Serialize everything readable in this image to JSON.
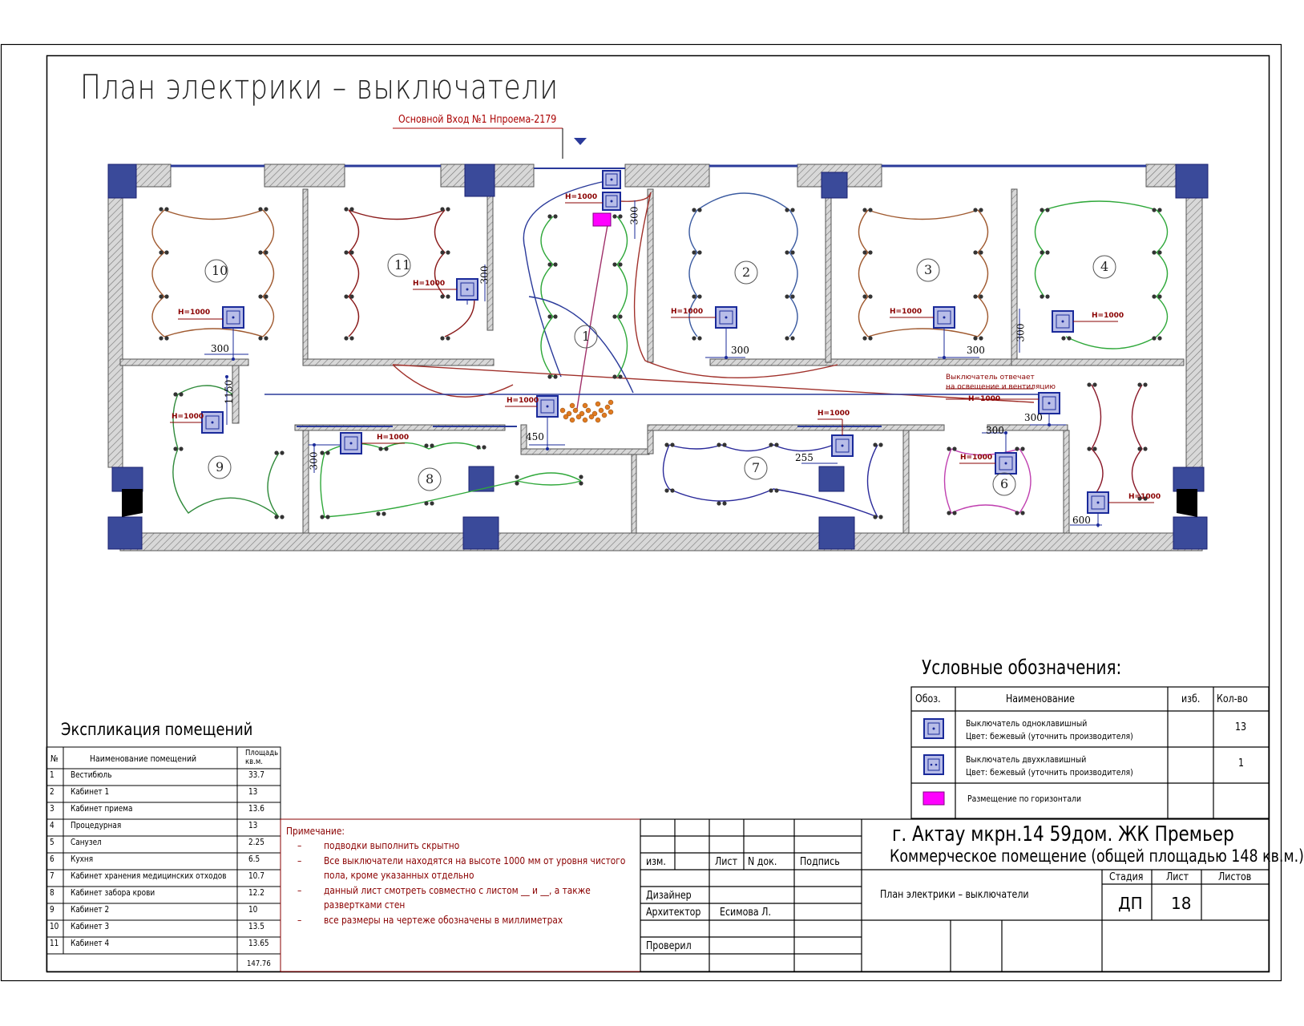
{
  "title": "План электрики – выключатели",
  "entrance_label": "Основной Вход №1 Нпроема-2179",
  "rooms": [
    "1",
    "2",
    "3",
    "4",
    "6",
    "7",
    "8",
    "9",
    "10",
    "11"
  ],
  "switch_height_label": "H=1000",
  "dims": {
    "d300": "300",
    "d1150": "1150",
    "d450": "450",
    "d255": "255",
    "d600": "600"
  },
  "switch_note": [
    "Выключатель отвечает",
    "на освещение и вентиляцию"
  ],
  "legend": {
    "title": "Условные обозначения:",
    "headers": [
      "Обоз.",
      "Наименование",
      "изб.",
      "Кол-во"
    ],
    "rows": [
      {
        "name1": "Выключатель одноклавишный",
        "name2": "Цвет: бежевый (уточнить производителя)",
        "qty": "13",
        "icon": "single-switch-icon"
      },
      {
        "name1": "Выключатель двухклавишный",
        "name2": "Цвет: бежевый (уточнить производителя)",
        "qty": "1",
        "icon": "double-switch-icon"
      },
      {
        "name1": "Размещение по горизонтали",
        "name2": "",
        "qty": "",
        "icon": "horizontal-placement-icon"
      }
    ]
  },
  "explication": {
    "title": "Экспликация помещений",
    "headers": [
      "№",
      "Наименование помещений",
      "Площадь кв.м."
    ],
    "rows": [
      [
        "1",
        "Вестибюль",
        "33.7"
      ],
      [
        "2",
        "Кабинет 1",
        "13"
      ],
      [
        "3",
        "Кабинет приема",
        "13.6"
      ],
      [
        "4",
        "Процедурная",
        "13"
      ],
      [
        "5",
        "Санузел",
        "2.25"
      ],
      [
        "6",
        "Кухня",
        "6.5"
      ],
      [
        "7",
        "Кабинет хранения медицинских отходов",
        "10.7"
      ],
      [
        "8",
        "Кабинет забора крови",
        "12.2"
      ],
      [
        "9",
        "Кабинет 2",
        "10"
      ],
      [
        "10",
        "Кабинет 3",
        "13.5"
      ],
      [
        "11",
        "Кабинет 4",
        "13.65"
      ]
    ],
    "total": "147.76"
  },
  "notes": {
    "title": "Примечание:",
    "items": [
      "подводки выполнить скрытно",
      "Все выключатели находятся на высоте 1000 мм от уровня чистого",
      "пола, кроме указанных отдельно",
      "данный лист смотреть совместно с листом __ и __, а также",
      "развертками стен",
      "все размеры на чертеже обозначены в миллиметрах"
    ]
  },
  "stamp": {
    "col_headers": [
      "изм.",
      "Лист",
      "N док.",
      "Подпись"
    ],
    "roles": [
      "Дизайнер",
      "Архитектор",
      "Проверил"
    ],
    "architect_name": "Есимова Л.",
    "address": "г. Актау  мкрн.14 59дом. ЖК Премьер",
    "object": "Коммерческое помещение (общей площадью 148 кв.м.)",
    "sheet_title": "План электрики – выключатели",
    "stage_label": "Стадия",
    "sheet_label": "Лист",
    "sheets_label": "Листов",
    "stage": "ДП",
    "sheet": "18"
  },
  "colors": {
    "column": "#3a4a9a",
    "wall_hatch": "#9a9a9a",
    "wire_red": "#a0302a",
    "wire_green": "#2fa83a",
    "wire_blue": "#2a3a9a",
    "wire_brown": "#a05a30",
    "magenta": "#ff00ff"
  }
}
